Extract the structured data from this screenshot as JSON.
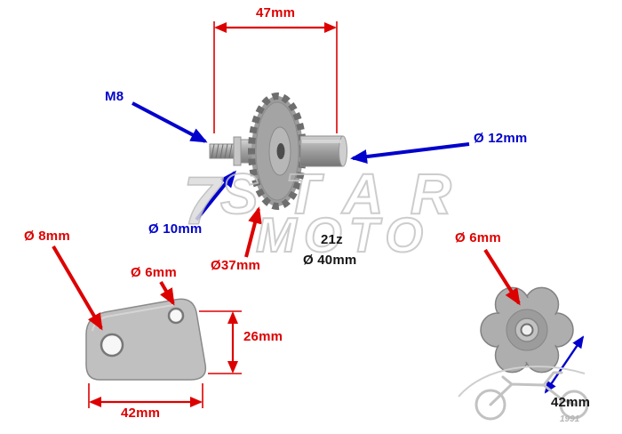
{
  "image": {
    "background": "#ffffff"
  },
  "colors": {
    "dimension_red": "#dd0000",
    "dimension_blue": "#0202cc",
    "text_dark": "#161616",
    "watermark_gray": "#c9c9c9",
    "metal_gray": "#a8a8a8"
  },
  "gear_assembly": {
    "overall_width": "47mm",
    "thread_size": "M8",
    "shaft_right_diameter": "Ø 12mm",
    "shaft_left_diameter": "Ø 10mm",
    "gear_diameter": "Ø37mm",
    "tooth_count": "21z",
    "outer_diameter": "Ø 40mm"
  },
  "mounting_plate": {
    "large_hole_diameter": "Ø 8mm",
    "small_hole_diameter": "Ø 6mm",
    "height": "26mm",
    "width": "42mm"
  },
  "pump_rotor": {
    "center_hole_diameter": "Ø 6mm",
    "width": "42mm"
  },
  "watermark": {
    "logo_digit": "7",
    "brand_top": "STAR",
    "brand_bottom": "MOTO",
    "year": "1991"
  }
}
